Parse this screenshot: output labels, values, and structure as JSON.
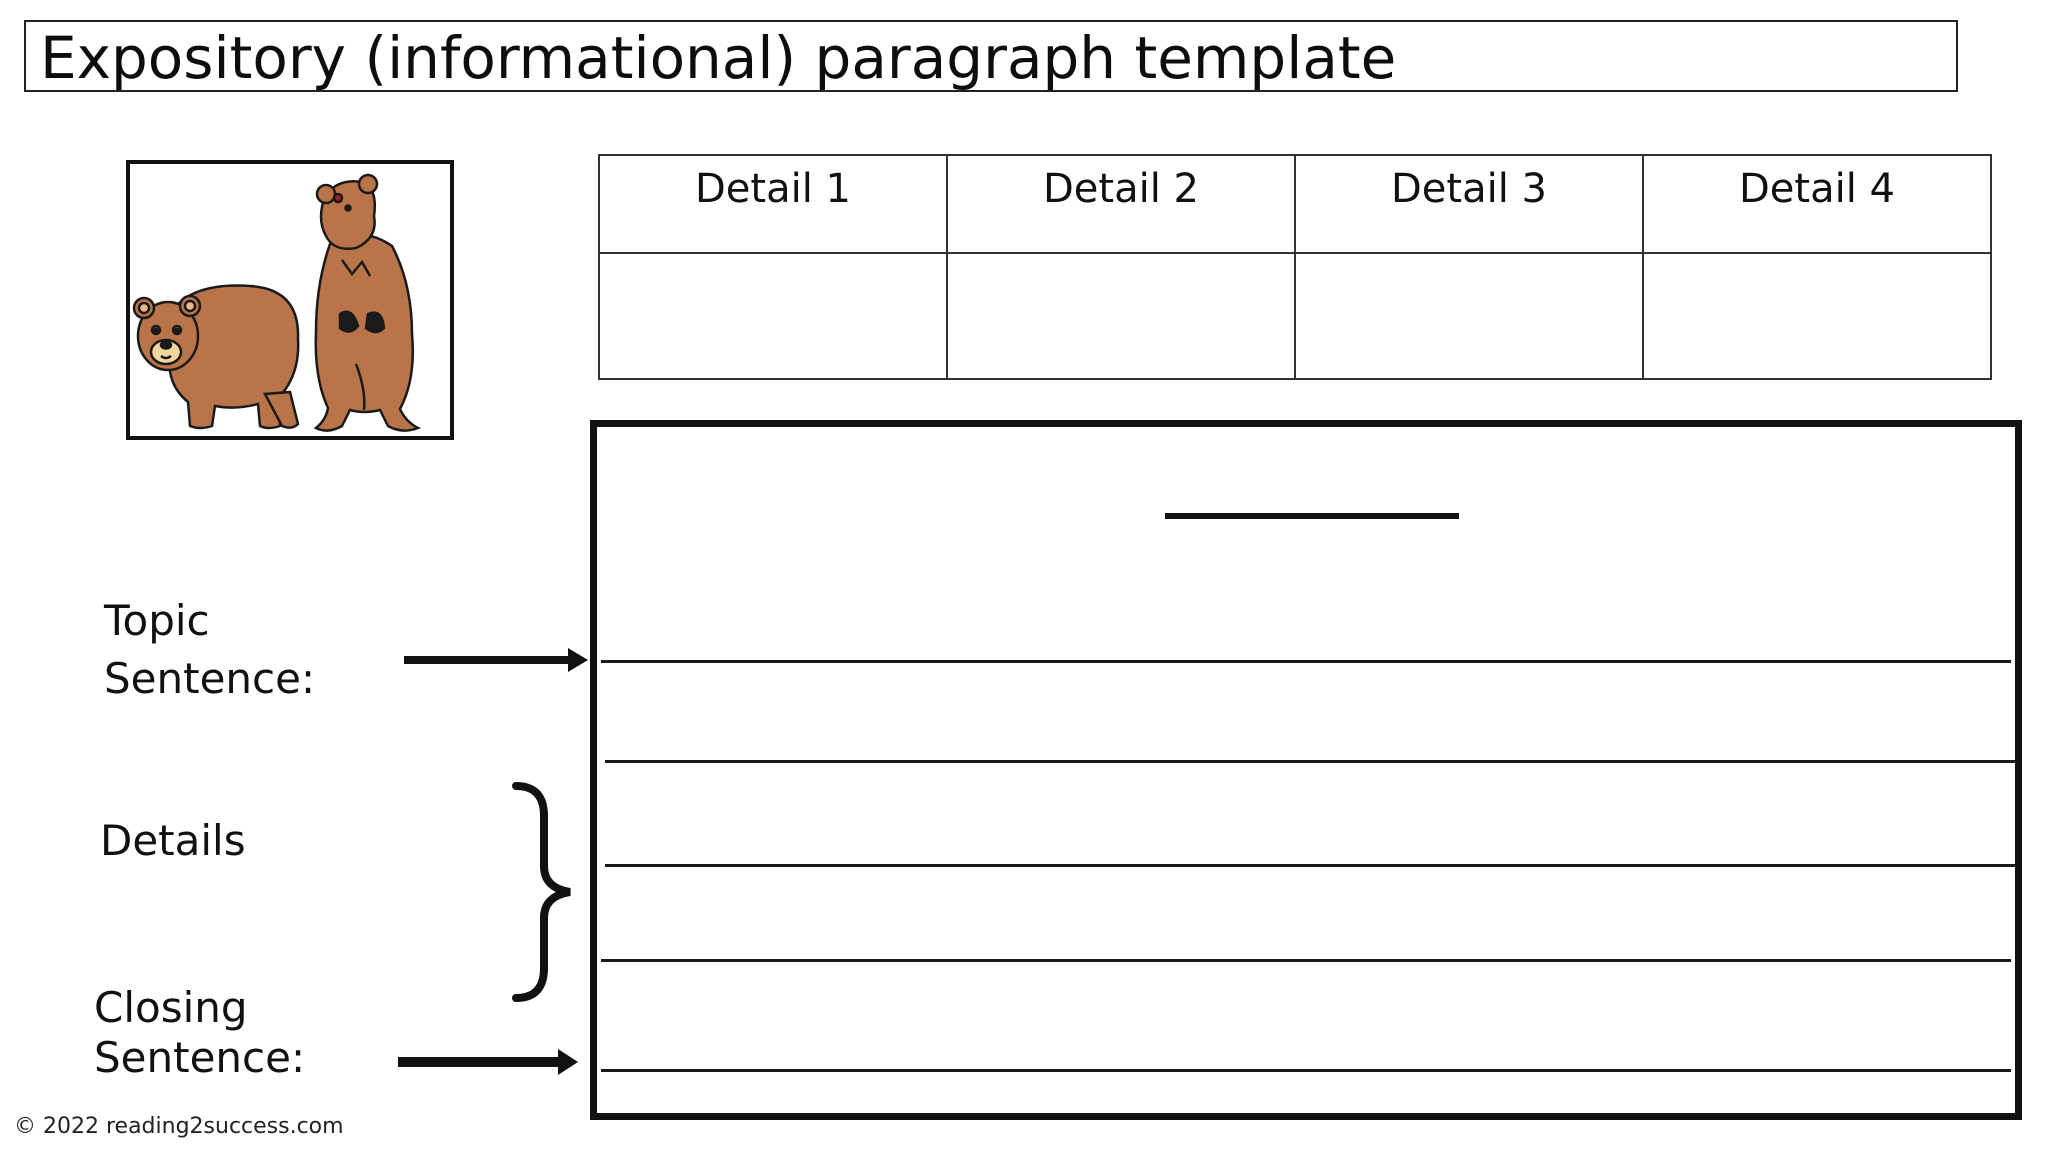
{
  "title": "Expository (informational) paragraph template",
  "image": {
    "icon": "bears-illustration"
  },
  "detail_table": {
    "headers": [
      "Detail 1",
      "Detail 2",
      "Detail 3",
      "Detail 4"
    ]
  },
  "labels": {
    "topic_line1": "Topic",
    "topic_line2": "Sentence:",
    "details": "Details",
    "closing_line1": "Closing",
    "closing_line2": "Sentence:"
  },
  "footer": {
    "copyright": "© 2022 reading2success.com"
  },
  "colors": {
    "bear_fur": "#b9744a",
    "bear_outline": "#1a1a1a",
    "ink": "#111111"
  }
}
